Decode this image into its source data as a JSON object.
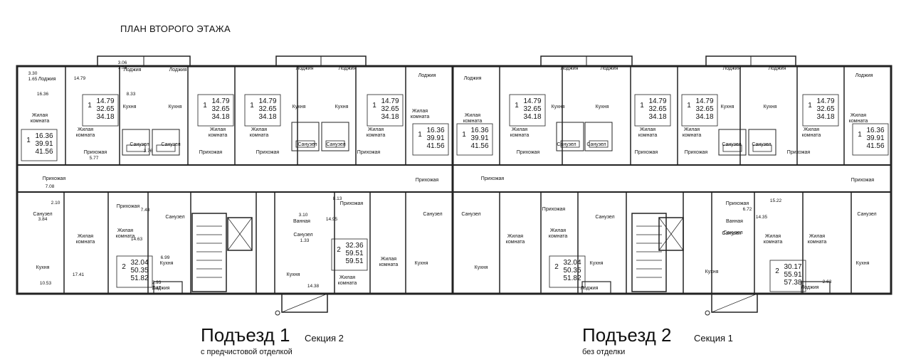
{
  "plan_title": "ПЛАН ВТОРОГО ЭТАЖА",
  "room_types": {
    "living": [
      "Жилая",
      "комната"
    ],
    "kitchen": "Кухня",
    "hall": "Прихожая",
    "bath": "Санузел",
    "bathroom": "Ванная",
    "loggia": "Лоджия"
  },
  "apartments": [
    {
      "id": "a1",
      "rooms": "1",
      "area": [
        "16.36",
        "39.91",
        "41.56"
      ]
    },
    {
      "id": "a2",
      "rooms": "1",
      "area": [
        "14.79",
        "32.65",
        "34.18"
      ]
    },
    {
      "id": "a3",
      "rooms": "1",
      "area": [
        "14.79",
        "32.65",
        "34.18"
      ]
    },
    {
      "id": "a4",
      "rooms": "1",
      "area": [
        "14.79",
        "32.65",
        "34.18"
      ]
    },
    {
      "id": "a5",
      "rooms": "1",
      "area": [
        "14.79",
        "32.65",
        "34.18"
      ]
    },
    {
      "id": "a6",
      "rooms": "1",
      "area": [
        "16.36",
        "39.91",
        "41.56"
      ]
    },
    {
      "id": "a7",
      "rooms": "1",
      "area": [
        "16.36",
        "39.91",
        "41.56"
      ]
    },
    {
      "id": "a8",
      "rooms": "1",
      "area": [
        "14.79",
        "32.65",
        "34.18"
      ]
    },
    {
      "id": "a9",
      "rooms": "1",
      "area": [
        "14.79",
        "32.65",
        "34.18"
      ]
    },
    {
      "id": "a10",
      "rooms": "1",
      "area": [
        "14.79",
        "32.65",
        "34.18"
      ]
    },
    {
      "id": "a11",
      "rooms": "1",
      "area": [
        "14.79",
        "32.65",
        "34.18"
      ]
    },
    {
      "id": "a12",
      "rooms": "1",
      "area": [
        "16.36",
        "39.91",
        "41.56"
      ]
    },
    {
      "id": "b1",
      "rooms": "2",
      "area": [
        "32.04",
        "50.35",
        "51.82"
      ]
    },
    {
      "id": "b2",
      "rooms": "2",
      "area": [
        "32.36",
        "59.51",
        "59.51"
      ]
    },
    {
      "id": "b3",
      "rooms": "2",
      "area": [
        "32.04",
        "50.35",
        "51.82"
      ]
    },
    {
      "id": "b4",
      "rooms": "2",
      "area": [
        "30.17",
        "55.91",
        "57.38"
      ]
    }
  ],
  "small_areas": [
    "3.30",
    "1.65",
    "3.06",
    "1.53",
    "14.79",
    "16.36",
    "8.33",
    "3.76",
    "5.77",
    "7.08",
    "2.10",
    "3.84",
    "7.48",
    "14.63",
    "6.99",
    "17.41",
    "10.53",
    "2.93",
    "1.47",
    "3.10",
    "1.33",
    "8.13",
    "14.95",
    "14.38",
    "15.22",
    "6.72",
    "14.35",
    "2.63"
  ],
  "entrances": [
    {
      "title": "Подъезд 1",
      "section": "Секция 2",
      "finish": "с предчистовой отделкой"
    },
    {
      "title": "Подъезд 2",
      "section": "Секция 1",
      "finish": "без отделки"
    }
  ]
}
